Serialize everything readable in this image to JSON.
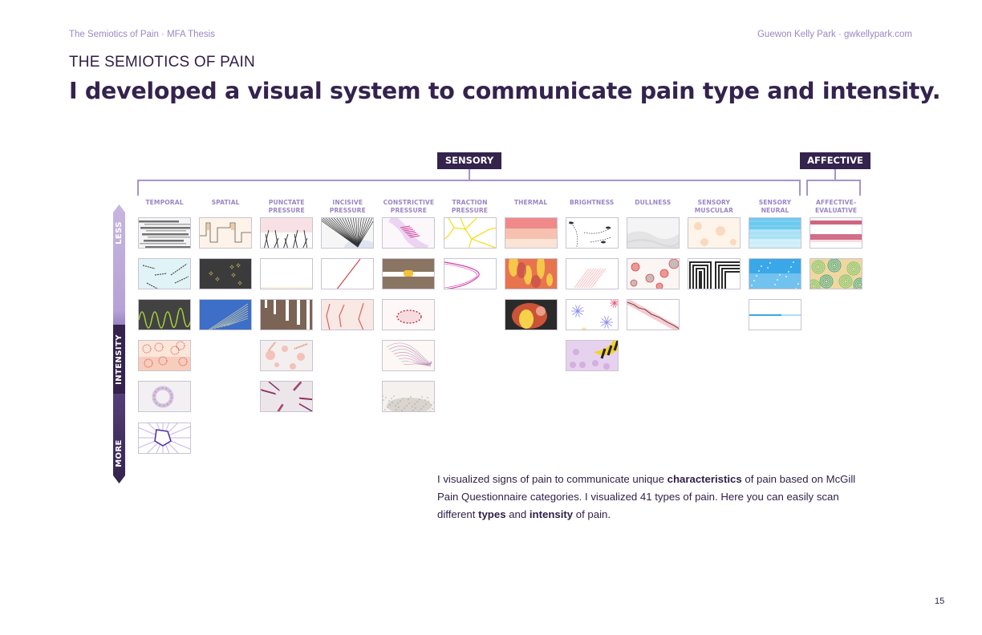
{
  "header": {
    "left": "The Semiotics of Pain · MFA Thesis",
    "right": "Guewon Kelly Park · gwkellypark.com"
  },
  "kicker": "THE SEMIOTICS OF PAIN",
  "title": "I developed a visual system to communicate pain type and intensity.",
  "groups": {
    "sensory": "SENSORY",
    "affective": "AFFECTIVE"
  },
  "columns": [
    {
      "label_1": "TEMPORAL",
      "label_2": "",
      "tiles": [
        {
          "name": "temporal-1",
          "colors": [
            "#f4f4f4",
            "#8a8a8a",
            "#3a3a3a"
          ],
          "pattern": "stripes-h"
        },
        {
          "name": "temporal-2",
          "colors": [
            "#d4eef3",
            "#f2fbfc",
            "#4a4a4a"
          ],
          "pattern": "chains"
        },
        {
          "name": "temporal-3",
          "colors": [
            "#2a2a2a",
            "#5a5a5a",
            "#a6d33a"
          ],
          "pattern": "wave"
        },
        {
          "name": "temporal-4",
          "colors": [
            "#fbe6da",
            "#f4b49e",
            "#e0443f"
          ],
          "pattern": "dotted-circles"
        },
        {
          "name": "temporal-5",
          "colors": [
            "#f2f0f2",
            "#c8b8da",
            "#d48ab0"
          ],
          "pattern": "ring"
        },
        {
          "name": "temporal-6",
          "colors": [
            "#ffffff",
            "#c8b6ea",
            "#4a2aa8"
          ],
          "pattern": "burst"
        }
      ]
    },
    {
      "label_1": "SPATIAL",
      "label_2": "",
      "tiles": [
        {
          "name": "spatial-1",
          "colors": [
            "#fdf3e8",
            "#f3c8a2",
            "#555555"
          ],
          "pattern": "steps"
        },
        {
          "name": "spatial-2",
          "colors": [
            "#2b2b2b",
            "#555555",
            "#f6e36a"
          ],
          "pattern": "sparkles"
        },
        {
          "name": "spatial-3",
          "colors": [
            "#2d56b8",
            "#4d86d8",
            "#e8e0a0"
          ],
          "pattern": "streaks"
        }
      ]
    },
    {
      "label_1": "PUNCTATE",
      "label_2": "PRESSURE",
      "tiles": [
        {
          "name": "punctate-1",
          "colors": [
            "#f8e1e4",
            "#ffffff",
            "#2a2a2a"
          ],
          "pattern": "spikes"
        },
        {
          "name": "punctate-2",
          "colors": [
            "#ffffff",
            "#ffffff",
            "#f7f1d8"
          ],
          "pattern": "blank"
        },
        {
          "name": "punctate-3",
          "colors": [
            "#7b6456",
            "#8d7464",
            "#ffffff"
          ],
          "pattern": "bars"
        },
        {
          "name": "punctate-4",
          "colors": [
            "#f3efee",
            "#f2b7ad",
            "#e07a6a"
          ],
          "pattern": "blots"
        },
        {
          "name": "punctate-5",
          "colors": [
            "#ece6ea",
            "#c52828",
            "#4040b8"
          ],
          "pattern": "rays"
        }
      ]
    },
    {
      "label_1": "INCISIVE",
      "label_2": "PRESSURE",
      "tiles": [
        {
          "name": "incisive-1",
          "colors": [
            "#f6f6f6",
            "#333333",
            "#dfe5f0"
          ],
          "pattern": "fan"
        },
        {
          "name": "incisive-2",
          "colors": [
            "#ffffff",
            "#ffffff",
            "#d0202a"
          ],
          "pattern": "slash"
        },
        {
          "name": "incisive-3",
          "colors": [
            "#fbf1ee",
            "#f3d3cc",
            "#d23b3b"
          ],
          "pattern": "cracks"
        }
      ]
    },
    {
      "label_1": "CONSTRICTIVE",
      "label_2": "PRESSURE",
      "tiles": [
        {
          "name": "constrictive-1",
          "colors": [
            "#fbf7fb",
            "#e4c4ec",
            "#d23a9a"
          ],
          "pattern": "twist"
        },
        {
          "name": "constrictive-2",
          "colors": [
            "#8a7462",
            "#ffffff",
            "#f2c23a"
          ],
          "pattern": "clamp"
        },
        {
          "name": "constrictive-3",
          "colors": [
            "#fdf7f7",
            "#f1c8cf",
            "#b02a3a"
          ],
          "pattern": "dashed-loop"
        },
        {
          "name": "constrictive-4",
          "colors": [
            "#fdf8f4",
            "#f4d8c8",
            "#d24a7a"
          ],
          "pattern": "scribble"
        },
        {
          "name": "constrictive-5",
          "colors": [
            "#f4f1ee",
            "#c8c2ba",
            "#8a8a80"
          ],
          "pattern": "speckle"
        }
      ]
    },
    {
      "label_1": "TRACTION",
      "label_2": "PRESSURE",
      "tiles": [
        {
          "name": "traction-1",
          "colors": [
            "#ffffff",
            "#ffffff",
            "#f2e02a"
          ],
          "pattern": "net"
        },
        {
          "name": "traction-2",
          "colors": [
            "#ffffff",
            "#ffffff",
            "#d03aa8"
          ],
          "pattern": "curve"
        }
      ]
    },
    {
      "label_1": "THERMAL",
      "label_2": "",
      "tiles": [
        {
          "name": "thermal-1",
          "colors": [
            "#f08a8a",
            "#f6c6b4",
            "#fbe4d6"
          ],
          "pattern": "gradient"
        },
        {
          "name": "thermal-2",
          "colors": [
            "#e8744e",
            "#f6d24a",
            "#c84a4a"
          ],
          "pattern": "flames"
        },
        {
          "name": "thermal-3",
          "colors": [
            "#2a2a2a",
            "#e85a3a",
            "#f6d24a"
          ],
          "pattern": "flames-dark"
        }
      ]
    },
    {
      "label_1": "BRIGHTNESS",
      "label_2": "",
      "tiles": [
        {
          "name": "brightness-1",
          "colors": [
            "#ffffff",
            "#ffffff",
            "#333333"
          ],
          "pattern": "ant-trails"
        },
        {
          "name": "brightness-2",
          "colors": [
            "#ffffff",
            "#fbe4e6",
            "#f0a8ae"
          ],
          "pattern": "hatch"
        },
        {
          "name": "brightness-3",
          "colors": [
            "#ffffff",
            "#8a8aec",
            "#e8607a"
          ],
          "pattern": "stars"
        },
        {
          "name": "brightness-4",
          "colors": [
            "#e6d2ee",
            "#c89ad6",
            "#f2d22a"
          ],
          "pattern": "bee"
        }
      ]
    },
    {
      "label_1": "DULLNESS",
      "label_2": "",
      "tiles": [
        {
          "name": "dullness-1",
          "colors": [
            "#f4f4f4",
            "#d8d8d8",
            "#ffffff"
          ],
          "pattern": "fog"
        },
        {
          "name": "dullness-2",
          "colors": [
            "#fbf6f4",
            "#e04a4a",
            "#9a8a8a"
          ],
          "pattern": "bubbles"
        },
        {
          "name": "dullness-3",
          "colors": [
            "#ffffff",
            "#f2a8b4",
            "#5a2a2a"
          ],
          "pattern": "tear"
        }
      ]
    },
    {
      "label_1": "SENSORY",
      "label_2": "MUSCULAR",
      "tiles": [
        {
          "name": "muscular-1",
          "colors": [
            "#fffaf3",
            "#fbe2cc",
            "#f6c8a2"
          ],
          "pattern": "spots"
        },
        {
          "name": "muscular-2",
          "colors": [
            "#ffffff",
            "#ffffff",
            "#2a2a2a"
          ],
          "pattern": "maze"
        }
      ]
    },
    {
      "label_1": "SENSORY",
      "label_2": "NEURAL",
      "tiles": [
        {
          "name": "neural-1",
          "colors": [
            "#6ccaf0",
            "#b8e6f6",
            "#e6f6fb"
          ],
          "pattern": "wash"
        },
        {
          "name": "neural-2",
          "colors": [
            "#3aa8e8",
            "#a8dcf6",
            "#ffffff"
          ],
          "pattern": "wash-dots"
        },
        {
          "name": "neural-3",
          "colors": [
            "#ffffff",
            "#ffffff",
            "#3aa8e8"
          ],
          "pattern": "thin-line"
        }
      ]
    },
    {
      "label_1": "AFFECTIVE-",
      "label_2": "EVALUATIVE",
      "tiles": [
        {
          "name": "affective-1",
          "colors": [
            "#ffffff",
            "#c84a6a",
            "#f6dde4"
          ],
          "pattern": "two-strokes"
        },
        {
          "name": "affective-2",
          "colors": [
            "#f2d6a0",
            "#2aa888",
            "#6ac86a"
          ],
          "pattern": "spirals"
        }
      ]
    }
  ],
  "intensity_axis": {
    "top": "LESS",
    "middle": "INTENSITY",
    "bottom": "MORE"
  },
  "description": {
    "line": [
      {
        "text": "I visualized signs of pain to communicate unique ",
        "bold": false
      },
      {
        "text": "characteristics",
        "bold": true
      },
      {
        "text": " of pain based on McGill Pain Questionnaire categories. I visualized 41 types of pain. Here you can easily scan different ",
        "bold": false
      },
      {
        "text": "types",
        "bold": true
      },
      {
        "text": " and ",
        "bold": false
      },
      {
        "text": "intensity",
        "bold": true
      },
      {
        "text": " of pain.",
        "bold": false
      }
    ]
  },
  "page_number": "15",
  "colors": {
    "primary": "#33234d",
    "accent_light": "#9b86c4",
    "line": "#a594cb"
  }
}
